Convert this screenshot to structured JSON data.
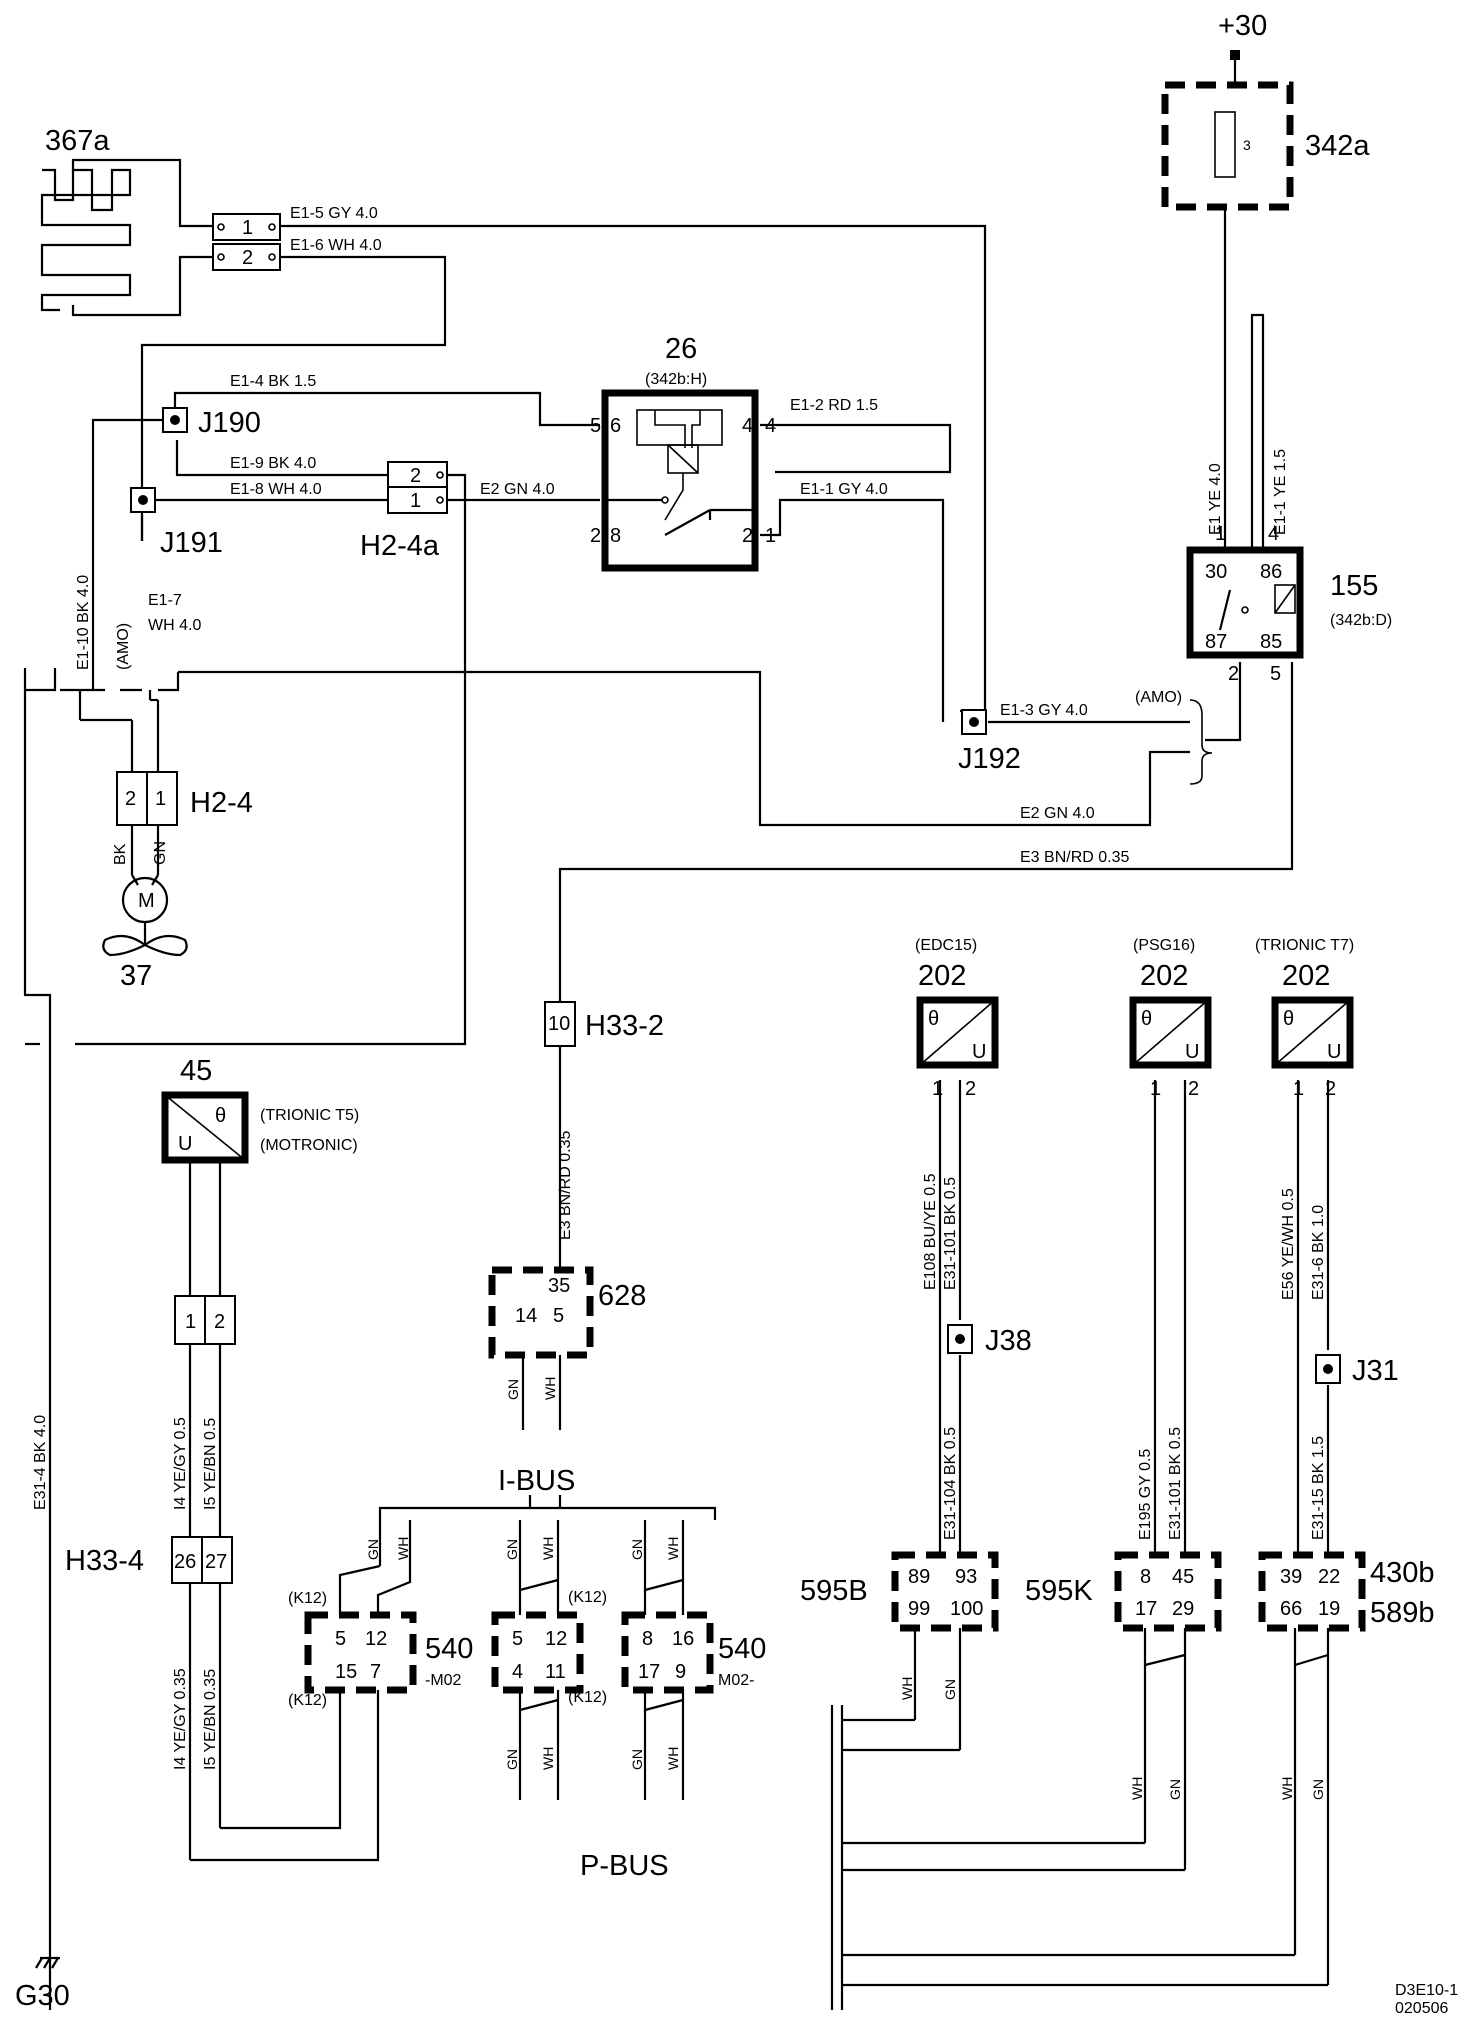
{
  "diagram": {
    "ref_code": "D3E10-1",
    "ref_date": "020506",
    "components": {
      "battery_supply": "+30",
      "fuse_box": "342a",
      "fuse_number": "3",
      "heater_element": "367a",
      "relay_26": "26",
      "relay_26_ref": "(342b:H)",
      "relay_155": "155",
      "relay_155_ref": "(342b:D)",
      "fan_motor": "37",
      "motor_symbol": "M",
      "coolant_sensor_45": "45",
      "sensor_45_note_1": "(TRIONIC T5)",
      "sensor_45_note_2": "(MOTRONIC)",
      "sensor_202_a": "202",
      "sensor_202_a_note": "(EDC15)",
      "sensor_202_b": "202",
      "sensor_202_b_note": "(PSG16)",
      "sensor_202_c": "202",
      "sensor_202_c_note": "(TRIONIC T7)",
      "sensor_theta": "θ",
      "sensor_u": "U",
      "module_628": "628",
      "module_540_left": "540",
      "module_540_left_suffix": "-M02",
      "module_540_right": "540",
      "module_540_right_suffix": "M02-",
      "ecu_595B": "595B",
      "ecu_595K": "595K",
      "ecu_430b": "430b",
      "ecu_589b": "589b",
      "ground": "G30",
      "bus_i": "I-BUS",
      "bus_p": "P-BUS",
      "amo_1": "(AMO)",
      "amo_2": "(AMO)",
      "k12": "(K12)"
    },
    "connectors": {
      "J190": "J190",
      "J191": "J191",
      "J192": "J192",
      "J38": "J38",
      "J31": "J31",
      "H2_4a": "H2-4a",
      "H2_4": "H2-4",
      "H33_2": "H33-2",
      "H33_4": "H33-4"
    },
    "wires": {
      "e1_5": "E1-5  GY  4.0",
      "e1_6": "E1-6  WH  4.0",
      "e1_4": "E1-4  BK  1.5",
      "e1_2": "E1-2  RD  1.5",
      "e1_9": "E1-9  BK  4.0",
      "e1_8": "E1-8  WH  4.0",
      "e2_gn_top": "E2  GN  4.0",
      "e1_1_gy": "E1-1  GY  4.0",
      "e1_3": "E1-3  GY  4.0",
      "e2_gn_low": "E2  GN  4.0",
      "e3_bnrd": "E3  BN/RD  0.35",
      "e1_ye": "E1  YE  4.0",
      "e1_1_ye": "E1-1  YE  1.5",
      "e1_10": "E1-10  BK  4.0",
      "e1_7a": "E1-7",
      "e1_7b": "WH  4.0",
      "e3_vertical": "E3  BN/RD  0.35",
      "e31_4": "E31-4  BK  4.0",
      "i4_a": "I4  YE/GY  0.5",
      "i5_a": "I5  YE/BN  0.5",
      "i4_b": "I4  YE/GY  0.35",
      "i5_b": "I5  YE/BN  0.35",
      "e108": "E108  BU/YE  0.5",
      "e31_101_a": "E31-101  BK  0.5",
      "e31_104": "E31-104  BK  0.5",
      "e195": "E195  GY  0.5",
      "e31_101_b": "E31-101  BK  0.5",
      "e56": "E56  YE/WH  0.5",
      "e31_6": "E31-6  BK  1.0",
      "e31_15": "E31-15  BK  1.5",
      "bk": "BK",
      "gn": "GN",
      "wh": "WH"
    },
    "pins": {
      "p1": "1",
      "p2": "2",
      "p3": "3",
      "p4": "4",
      "p5": "5",
      "p6": "6",
      "p7": "7",
      "p8": "8",
      "p9": "9",
      "p10": "10",
      "p11": "11",
      "p12": "12",
      "p14": "14",
      "p15": "15",
      "p16": "16",
      "p17": "17",
      "p19": "19",
      "p22": "22",
      "p26": "26",
      "p27": "27",
      "p29": "29",
      "p30": "30",
      "p35": "35",
      "p39": "39",
      "p45": "45",
      "p66": "66",
      "p85": "85",
      "p86": "86",
      "p87": "87",
      "p89": "89",
      "p93": "93",
      "p99": "99",
      "p100": "100"
    }
  }
}
